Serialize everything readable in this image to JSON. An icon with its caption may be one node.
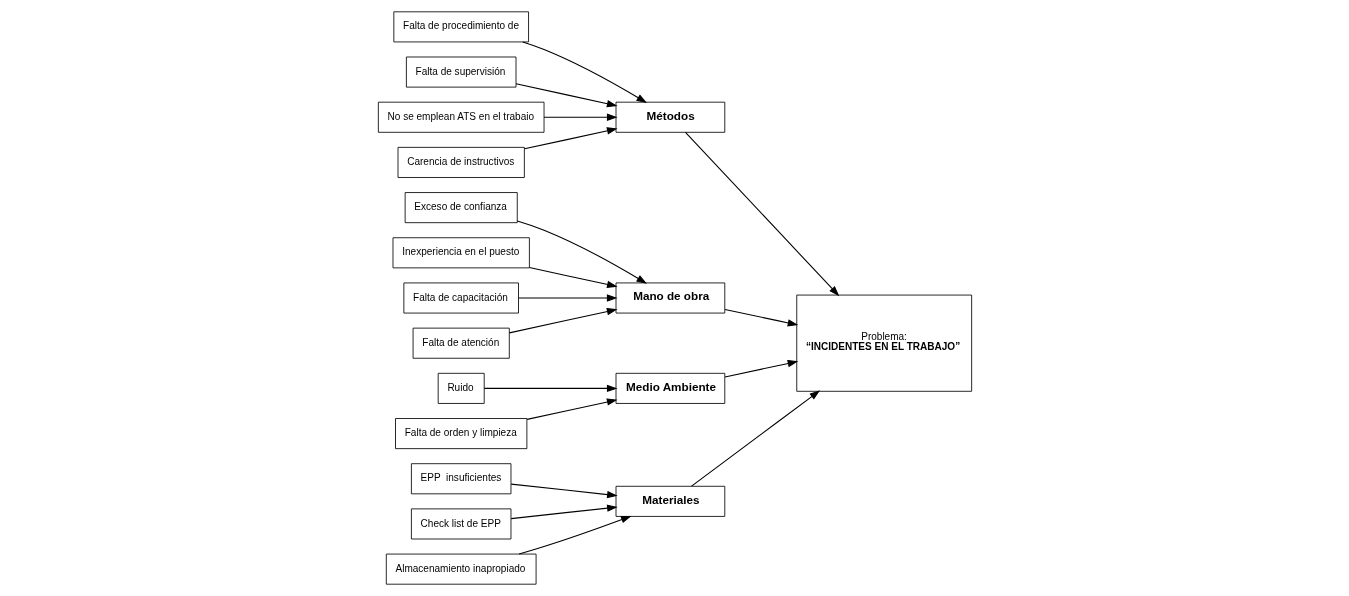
{
  "diagram": {
    "nodes": [
      {
        "text": [
          "Materiales"
        ]
      },
      {
        "text": [
          "Métodos"
        ]
      },
      {
        "text": [
          "EPP  insuficientes"
        ]
      },
      {
        "text": [
          "Check list de EPP"
        ]
      },
      {
        "text": [
          "Falta de procedimiento de"
        ]
      },
      {
        "text": [
          "Falta de supervisión"
        ]
      },
      {
        "text": [
          "Almacenamiento inapropiado"
        ]
      },
      {
        "text": [
          "No se emplean ATS en el trabaio"
        ]
      },
      {
        "text": [
          "Carencia de instructivos"
        ]
      },
      {
        "text": [
          "Problema:",
          "“INCIDENTES EN EL TRABAJO”"
        ]
      },
      {
        "text": [
          "Exceso de confianza"
        ]
      },
      {
        "text": [
          "Inexperiencia en el puesto"
        ]
      },
      {
        "text": [
          "Ruido"
        ]
      },
      {
        "text": [
          "Falta de orden y limpieza"
        ]
      },
      {
        "text": [
          "Falta de capacitación"
        ]
      },
      {
        "text": [
          "Falta de atención"
        ]
      },
      {
        "text": [
          "Mano de obra"
        ]
      },
      {
        "text": [
          "Medio Ambiente"
        ]
      }
    ],
    "edges": [
      {
        "from": 2,
        "to": 0,
        "arrow": "to"
      },
      {
        "from": 3,
        "to": 0,
        "arrow": "to"
      },
      {
        "from": 6,
        "to": 0,
        "arrow": "to"
      },
      {
        "from": 4,
        "to": 1,
        "arrow": "to"
      },
      {
        "from": 5,
        "to": 1,
        "arrow": "to"
      },
      {
        "from": 7,
        "to": 1,
        "arrow": "to"
      },
      {
        "from": 8,
        "to": 1,
        "arrow": "to"
      },
      {
        "from": 10,
        "to": 16,
        "arrow": "to"
      },
      {
        "from": 11,
        "to": 16,
        "arrow": "to"
      },
      {
        "from": 14,
        "to": 16,
        "arrow": "to"
      },
      {
        "from": 15,
        "to": 16,
        "arrow": "to"
      },
      {
        "from": 12,
        "to": 17,
        "arrow": "to"
      },
      {
        "from": 13,
        "to": 17,
        "arrow": "to"
      },
      {
        "from": 0,
        "to": 9,
        "arrow": "to"
      },
      {
        "from": 1,
        "to": 9,
        "arrow": "to"
      },
      {
        "from": 16,
        "to": 9,
        "arrow": "to"
      },
      {
        "from": 17,
        "to": 9,
        "arrow": "to"
      }
    ]
  }
}
